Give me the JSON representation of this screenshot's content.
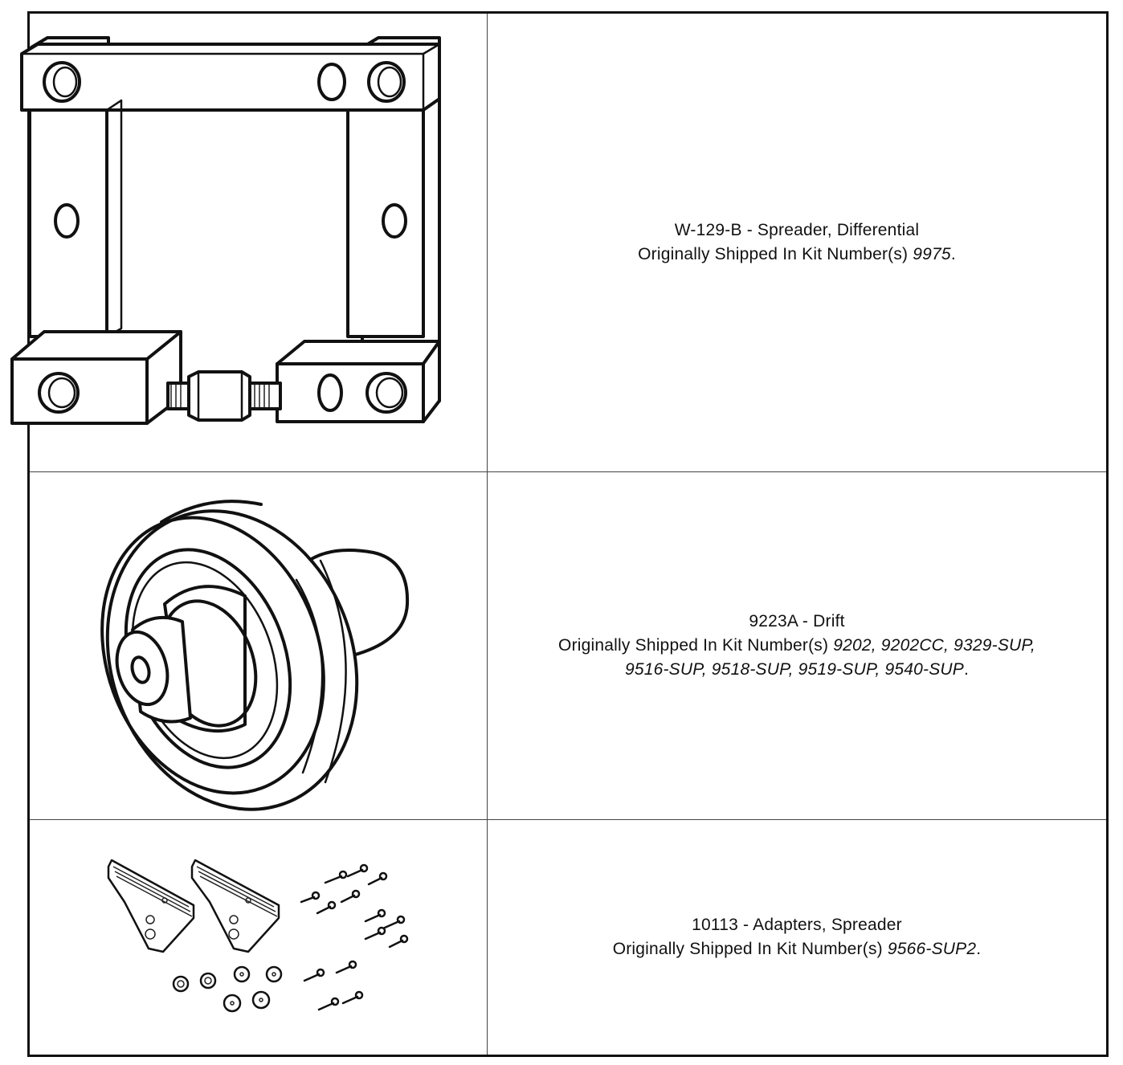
{
  "items": [
    {
      "title": "W-129-B - Spreader, Differential",
      "kit_prefix": "Originally Shipped In Kit Number(s) ",
      "kits": "9975",
      "kits_line2": "",
      "suffix": ".",
      "image_icon": "spreader-differential-illustration"
    },
    {
      "title": "9223A - Drift",
      "kit_prefix": "Originally Shipped In Kit Number(s) ",
      "kits": "9202, 9202CC, 9329-SUP,",
      "kits_line2": "9516-SUP, 9518-SUP, 9519-SUP, 9540-SUP",
      "suffix": ".",
      "image_icon": "drift-illustration"
    },
    {
      "title": "10113 - Adapters, Spreader",
      "kit_prefix": "Originally Shipped In Kit Number(s) ",
      "kits": "9566-SUP2",
      "kits_line2": "",
      "suffix": ".",
      "image_icon": "spreader-adapters-illustration"
    }
  ]
}
